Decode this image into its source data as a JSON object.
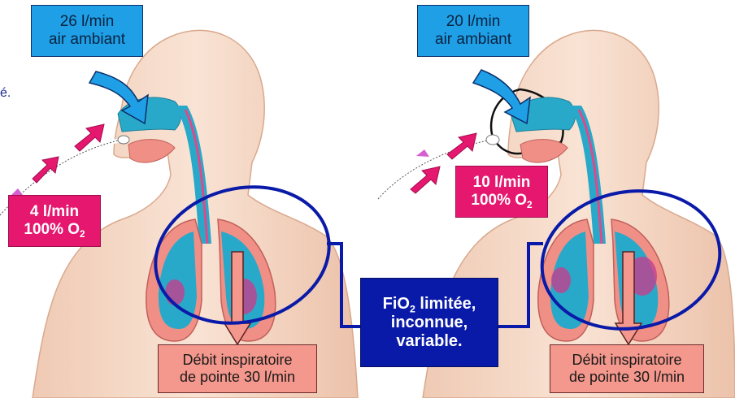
{
  "edge_fragment": "é.",
  "left_panel": {
    "ambient_air": {
      "line1": "26 l/min",
      "line2": "air ambiant"
    },
    "oxygen": {
      "line1": "4 l/min",
      "line2": "100% O",
      "subscript": "2"
    },
    "peak_flow": {
      "line1": "Débit inspiratoire",
      "line2": "de pointe 30 l/min"
    }
  },
  "right_panel": {
    "ambient_air": {
      "line1": "20 l/min",
      "line2": "air ambiant"
    },
    "oxygen": {
      "line1": "10 l/min",
      "line2": "100% O",
      "subscript": "2"
    },
    "peak_flow": {
      "line1": "Débit inspiratoire",
      "line2": "de pointe 30 l/min"
    }
  },
  "center_label": {
    "line1_prefix": "FiO",
    "line1_subscript": "2",
    "line1_suffix": " limitée,",
    "line2": "inconnue,",
    "line3": "variable."
  },
  "colors": {
    "ambient_box": "#1e9fe6",
    "oxygen_box": "#e5176f",
    "peak_box": "#f4978c",
    "fio2_box": "#0a1aa8",
    "lung_outline": "#0a1aa8",
    "skin": "#f7dccb",
    "airway": "#29a9c9"
  }
}
